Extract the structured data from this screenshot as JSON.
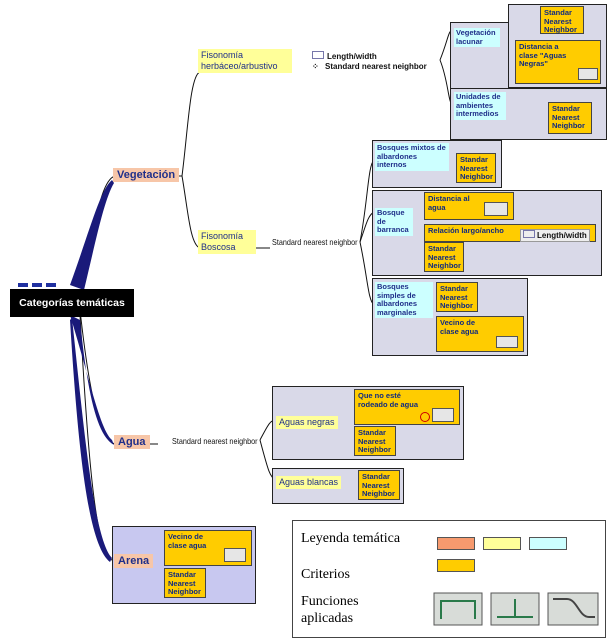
{
  "root": {
    "label": "Categorías temáticas"
  },
  "vegetacion": {
    "label": "Vegetación",
    "herbaceo": {
      "label": "Fisonomía herbáceo/arbustivo",
      "fn1": "Length/width",
      "fn2": "Standard nearest neighbor"
    },
    "lacunar": {
      "label": "Vegetación lacunar",
      "snn": "Standar Nearest Neighbor",
      "dist": "Distancia a clase \"Aguas Negras\""
    },
    "intermedios": {
      "label": "Unidades de ambientes intermedios",
      "snn": "Standar Nearest Neighbor"
    },
    "boscosa": {
      "label": "Fisonomía Boscosa",
      "snn_label": "Standard nearest neighbor"
    },
    "mixtos": {
      "label": "Bosques mixtos de albardones internos",
      "snn": "Standar Nearest Neighbor"
    },
    "barranca": {
      "label": "Bosque de barranca",
      "dist": "Distancia al agua",
      "rel": "Relación largo/ancho",
      "rel_fn": "Length/width",
      "snn": "Standar Nearest Neighbor"
    },
    "simples": {
      "label": "Bosques simples de albardones marginales",
      "snn": "Standar Nearest Neighbor",
      "vecino": "Vecino de clase agua"
    }
  },
  "agua": {
    "label": "Agua",
    "snn_label": "Standard nearest neighbor",
    "negras": {
      "label": "Aguas negras",
      "cond": "Que no esté rodeado de agua",
      "snn": "Standar Nearest Neighbor"
    },
    "blancas": {
      "label": "Aguas blancas",
      "snn": "Standar Nearest Neighbor"
    }
  },
  "arena": {
    "label": "Arena",
    "vecino": "Vecino de clase agua",
    "snn": "Standar Nearest Neighbor"
  },
  "legend": {
    "tematica": "Leyenda temática",
    "criterios": "Criterios",
    "funciones": "Funciones aplicadas",
    "colors": {
      "orange": "#f79a6e",
      "yellow": "#ffff99",
      "cyan": "#ccffff",
      "criteria": "#ffcc00"
    }
  }
}
